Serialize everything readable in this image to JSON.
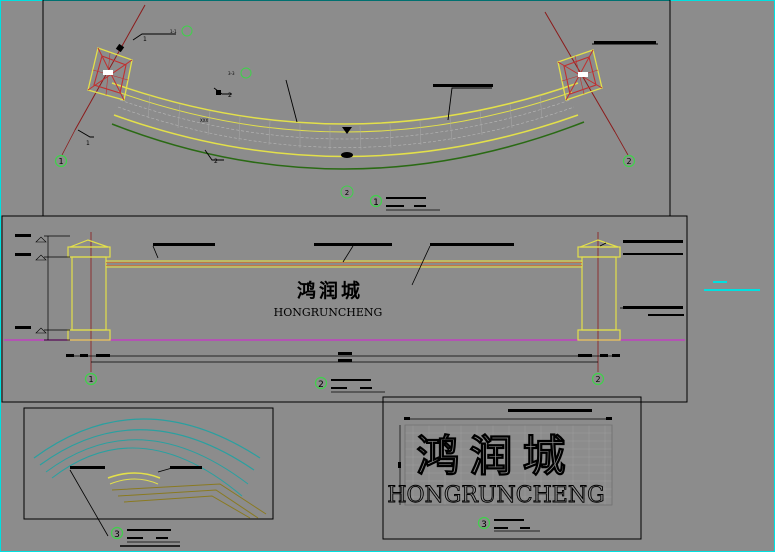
{
  "drawing": {
    "sign_text_cn": "鸿润城",
    "sign_text_en": "HONGRUNCHENG",
    "axis": {
      "one": "1",
      "two": "2",
      "three": "3"
    },
    "view_marks": {
      "plan": "1",
      "elevation": "2",
      "location": "3",
      "typography": "3"
    },
    "colors": {
      "background": "#8c8c8c",
      "frame": "#000000",
      "arc_yellow": "#e3e04a",
      "arc_green": "#2a6a14",
      "pavilion_red": "#c03030",
      "axis_green": "#3fd24a",
      "cyan": "#00e0e0",
      "magenta": "#c040c0"
    }
  }
}
